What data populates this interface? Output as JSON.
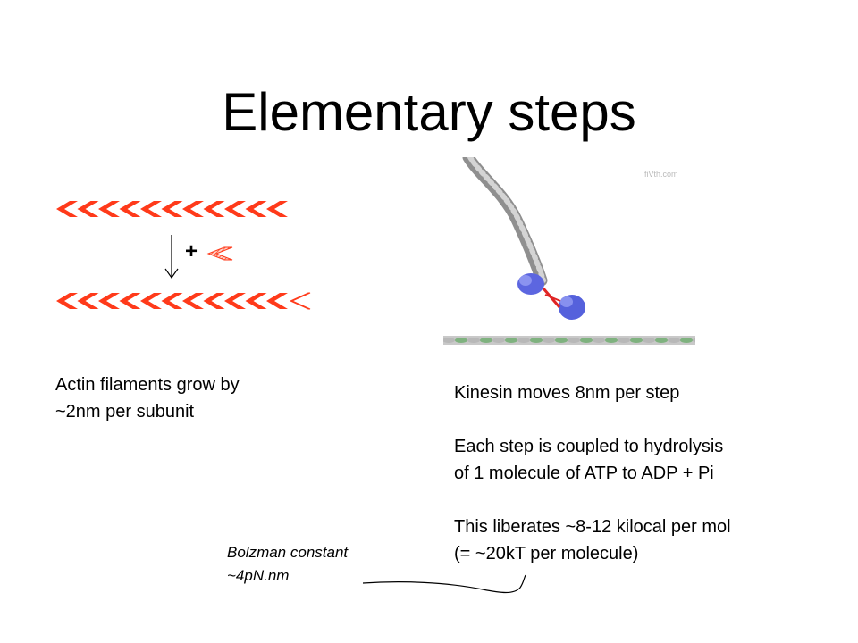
{
  "slide": {
    "title": "Elementary steps"
  },
  "actin": {
    "plus_sign": "+",
    "caption_lines": [
      "Actin filaments grow by",
      "~2nm per subunit"
    ],
    "arrow_icon": "down-arrow-icon",
    "subunit_color": "#ff3a1a"
  },
  "kinesin": {
    "watermark": "fiVth.com",
    "lines": [
      "Kinesin moves 8nm per step",
      "Each step is coupled to hydrolysis",
      "of 1 molecule of ATP to ADP + Pi",
      "This liberates ~8-12 kilocal per mol",
      "(= ~20kT per molecule)"
    ]
  },
  "note": {
    "lines": [
      "Bolzman constant",
      "~4pN.nm"
    ]
  }
}
